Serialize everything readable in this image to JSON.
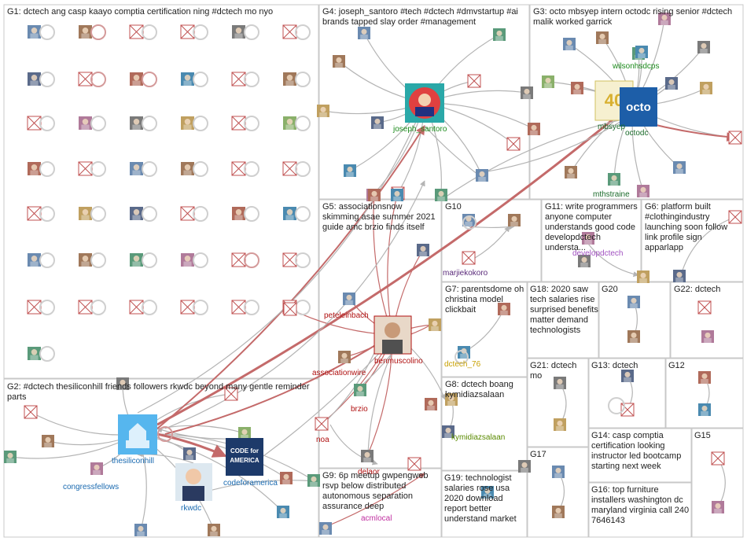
{
  "groups": [
    {
      "id": "G1",
      "text": "G1: dctech ang casp kaayo comptia certification ning #dctech mo nyo"
    },
    {
      "id": "G2",
      "text": "G2: #dctech thesiliconhill friends followers rkwdc beyond many gentle reminder parts"
    },
    {
      "id": "G3",
      "text": "G3: octo mbsyep intern octodc rising senior #dctech malik worked garrick"
    },
    {
      "id": "G4",
      "text": "G4: joseph_santoro #tech #dctech #dmvstartup #ai brands tapped slay order #management"
    },
    {
      "id": "G5",
      "text": "G5: associationsnow skimming asae summer 2021 guide amc brzio finds itself"
    },
    {
      "id": "G6",
      "text": "G6: platform built #clothingindustry launching soon follow link profile sign apparlapp"
    },
    {
      "id": "G7",
      "text": "G7: parentsdome oh christina model clickbait"
    },
    {
      "id": "G8",
      "text": "G8: dctech boang kymidiazsalaan"
    },
    {
      "id": "G9",
      "text": "G9: 6p meetup gwpengweb rsvp below distributed autonomous separation assurance deep"
    },
    {
      "id": "G10",
      "text": "G10"
    },
    {
      "id": "G11",
      "text": "G11: write programmers anyone computer understands good code developdctech understa..."
    },
    {
      "id": "G12",
      "text": "G12"
    },
    {
      "id": "G13",
      "text": "G13: dctech"
    },
    {
      "id": "G14",
      "text": "G14: casp comptia certification looking instructor led bootcamp starting next week"
    },
    {
      "id": "G15",
      "text": "G15"
    },
    {
      "id": "G16",
      "text": "G16: top furniture installers washington dc maryland virginia call 240 7646143"
    },
    {
      "id": "G17",
      "text": "G17"
    },
    {
      "id": "G18",
      "text": "G18: 2020 saw tech salaries rise surprised benefits matter demand technologists"
    },
    {
      "id": "G19",
      "text": "G19: technologist salaries rose usa 2020 download report better understand market"
    },
    {
      "id": "G20",
      "text": "G20"
    },
    {
      "id": "G21",
      "text": "G21: dctech mo"
    },
    {
      "id": "G22",
      "text": "G22: dctech"
    }
  ],
  "node_labels": [
    {
      "id": "joseph_santoro",
      "text": "joseph_santoro",
      "color": "#1a8a1a"
    },
    {
      "id": "wilsonhsdcps",
      "text": "wilsonhsdcps",
      "color": "#1a8a1a"
    },
    {
      "id": "mbsyep",
      "text": "mbsyep",
      "color": "#1a6a2a"
    },
    {
      "id": "octodc",
      "text": "octodc",
      "color": "#1a6a2a"
    },
    {
      "id": "mthstraine",
      "text": "mthstraine",
      "color": "#1a6a2a"
    },
    {
      "id": "marjiekokoro",
      "text": "marjiekokoro",
      "color": "#5a2a7a"
    },
    {
      "id": "developdctech",
      "text": "developdctech",
      "color": "#a050c0"
    },
    {
      "id": "peteleinbach",
      "text": "peteleinbach",
      "color": "#b01010"
    },
    {
      "id": "benmuscolino",
      "text": "benmuscolino",
      "color": "#b01010"
    },
    {
      "id": "associationwire",
      "text": "associationwire",
      "color": "#b01010"
    },
    {
      "id": "brzio",
      "text": "brzio",
      "color": "#b01010"
    },
    {
      "id": "noa",
      "text": "noa",
      "color": "#b01010"
    },
    {
      "id": "dctech_76",
      "text": "dctech_76",
      "color": "#c8a000"
    },
    {
      "id": "kymidiazsalaan",
      "text": "kymidiazsalaan",
      "color": "#5a8a00"
    },
    {
      "id": "thesiliconhill",
      "text": "thesiliconhill",
      "color": "#1a6ab0"
    },
    {
      "id": "codeforamerica",
      "text": "codeforamerica",
      "color": "#1a6ab0"
    },
    {
      "id": "congressfellows",
      "text": "congressfellows",
      "color": "#1a6ab0"
    },
    {
      "id": "rkwdc",
      "text": "rkwdc",
      "color": "#1a6ab0"
    },
    {
      "id": "acmlocal",
      "text": "acmlocal",
      "color": "#c030a0"
    },
    {
      "id": "delaor",
      "text": "delaor",
      "color": "#b01010"
    }
  ],
  "colors": {
    "edge": "#b4b4b4",
    "edge_red": "#c46a6a",
    "loop": "#cfcfcf",
    "loop_red": "#d49a9a",
    "box": "#c8c8c8",
    "blank_node": "#c05050"
  }
}
